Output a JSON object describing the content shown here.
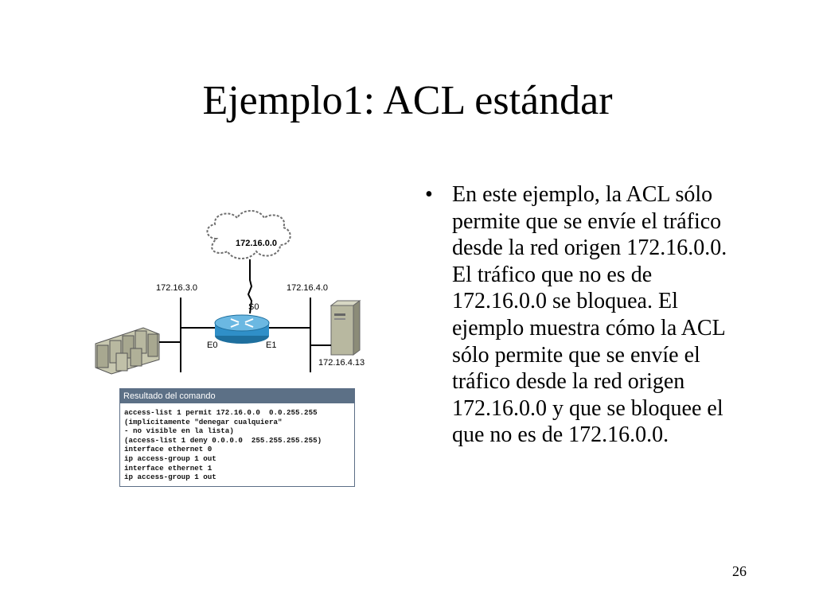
{
  "slide": {
    "title": "Ejemplo1: ACL estándar",
    "page_number": "26",
    "bullet": "En este ejemplo, la ACL sólo permite que se envíe el tráfico desde la red origen 172.16.0.0.   El tráfico que no es de 172.16.0.0 se bloquea. El ejemplo muestra cómo la ACL sólo permite que se envíe el tráfico desde la red origen 172.16.0.0 y que se bloquee el que no es de 172.16.0.0."
  },
  "diagram": {
    "cloud_label": "172.16.0.0",
    "left_network_label": "172.16.3.0",
    "right_network_label": "172.16.4.0",
    "serial_interface_label": "S0",
    "e0_label": "E0",
    "e1_label": "E1",
    "server_label": "172.16.4.13"
  },
  "command_output": {
    "header": "Resultado del comando",
    "lines": [
      "access-list 1 permit 172.16.0.0  0.0.255.255",
      "(implícitamente \"denegar cualquiera\"",
      "- no visible en la lista)",
      "(access-list 1 deny 0.0.0.0  255.255.255.255)",
      "interface ethernet 0",
      "ip access-group 1 out",
      "interface ethernet 1",
      "ip access-group 1 out"
    ]
  },
  "colors": {
    "router_blue": "#2f8fc8",
    "panel_header": "#5c7086",
    "server_gray": "#b8b8a0",
    "hosts_gray": "#a8a890"
  },
  "icons": [
    "cloud-icon",
    "router-icon",
    "server-icon",
    "workstations-icon"
  ]
}
